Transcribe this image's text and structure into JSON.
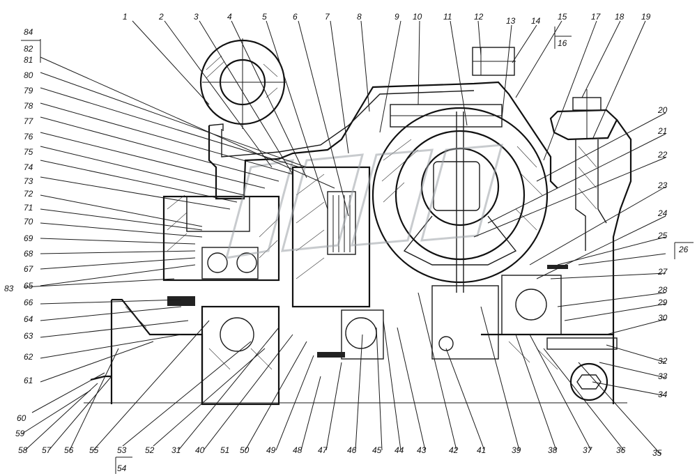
{
  "drawing": {
    "title": "",
    "labels": {
      "n1": "1",
      "n2": "2",
      "n3": "3",
      "n4": "4",
      "n5": "5",
      "n6": "6",
      "n7": "7",
      "n8": "8",
      "n9": "9",
      "n10": "10",
      "n11": "11",
      "n12": "12",
      "n13": "13",
      "n14": "14",
      "n15": "15",
      "n16": "16",
      "n17": "17",
      "n18": "18",
      "n19": "19",
      "n20": "20",
      "n21": "21",
      "n22": "22",
      "n23": "23",
      "n24": "24",
      "n25": "25",
      "n26": "26",
      "n27": "27",
      "n28": "28",
      "n29": "29",
      "n30": "30",
      "n31": "31",
      "n32": "32",
      "n33": "33",
      "n34": "34",
      "n35": "35",
      "n36": "36",
      "n37": "37",
      "n38": "38",
      "n39": "39",
      "n40": "40",
      "n41": "41",
      "n42": "42",
      "n43": "43",
      "n44": "44",
      "n45": "45",
      "n46": "46",
      "n47": "47",
      "n48": "48",
      "n49": "49",
      "n50": "50",
      "n51": "51",
      "n52": "52",
      "n53": "53",
      "n54": "54",
      "n55": "55",
      "n56": "56",
      "n57": "57",
      "n58": "58",
      "n59": "59",
      "n60": "60",
      "n61": "61",
      "n62": "62",
      "n63": "63",
      "n64": "64",
      "n65": "65",
      "n66": "66",
      "n67": "67",
      "n68": "68",
      "n69": "69",
      "n70": "70",
      "n71": "71",
      "n72": "72",
      "n73": "73",
      "n74": "74",
      "n75": "75",
      "n76": "76",
      "n77": "77",
      "n78": "78",
      "n79": "79",
      "n80": "80",
      "n81": "81",
      "n82": "82",
      "n83": "83",
      "n84": "84"
    },
    "watermark": "CEK",
    "colors": {
      "ink": "#1a1a1a",
      "paper": "#ffffff",
      "watermark": "#9aa0a6"
    }
  }
}
